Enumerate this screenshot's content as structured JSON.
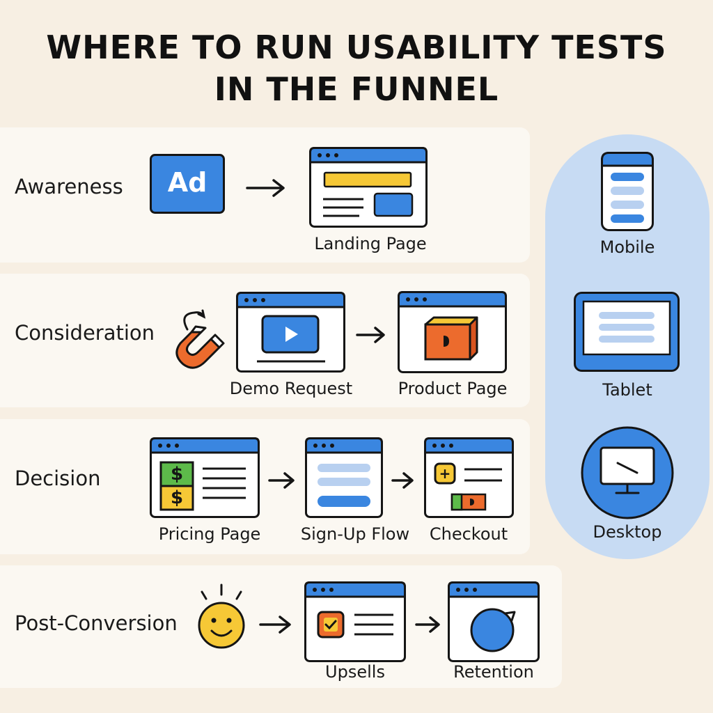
{
  "title": {
    "line1": "WHERE TO RUN USABILITY TESTS",
    "line2": "IN THE FUNNEL"
  },
  "stages": [
    {
      "label": "Awareness",
      "ad_text": "Ad",
      "screens": [
        "Landing Page"
      ]
    },
    {
      "label": "Consideration",
      "screens": [
        "Demo Request",
        "Product Page"
      ]
    },
    {
      "label": "Decision",
      "screens": [
        "Pricing Page",
        "Sign-Up Flow",
        "Checkout"
      ],
      "pricing_symbols": [
        "$",
        "$"
      ],
      "checkout_symbol": "+"
    },
    {
      "label": "Post-Conversion",
      "screens": [
        "Upsells",
        "Retention"
      ]
    }
  ],
  "devices": [
    "Mobile",
    "Tablet",
    "Desktop"
  ],
  "colors": {
    "background": "#f7efe3",
    "band": "#fbf8f2",
    "blue": "#3a86e0",
    "light_blue": "#c7dbf3",
    "yellow": "#f6c836",
    "orange": "#ec6b2d",
    "green": "#5dba4a",
    "outline": "#151515"
  }
}
